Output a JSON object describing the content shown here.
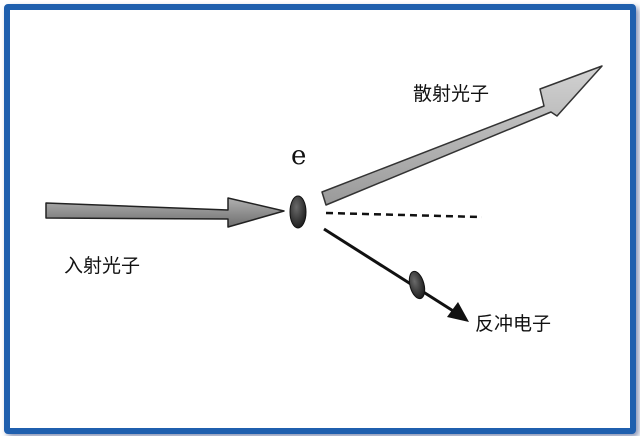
{
  "diagram": {
    "electron_label": "e",
    "incident_photon_label": "入射光子",
    "scattered_photon_label": "散射光子",
    "recoil_electron_label": "反冲电子"
  },
  "colors": {
    "frame_border": "#1f5fae",
    "arrow_fill_dark": "#8c8c8c",
    "arrow_fill_light": "#b8b8b8",
    "arrow_outline": "#222222",
    "electron": "#2a2a2a",
    "ink": "#111111"
  }
}
